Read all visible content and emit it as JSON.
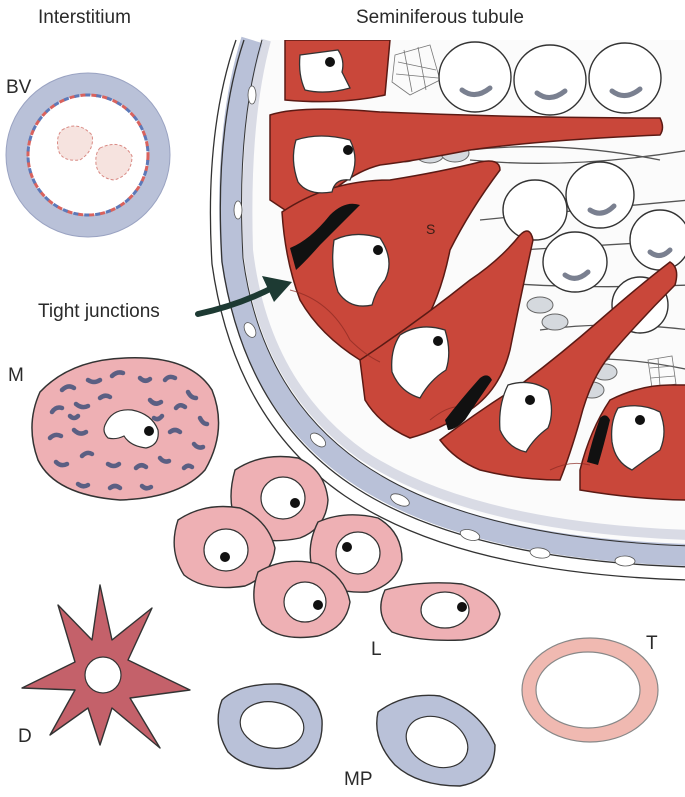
{
  "labels": {
    "interstitium": "Interstitium",
    "seminiferous_tubule": "Seminiferous tubule",
    "bv": "BV",
    "tight_junctions": "Tight junctions",
    "s": "S",
    "m": "M",
    "l": "L",
    "d": "D",
    "t": "T",
    "mp": "MP"
  },
  "colors": {
    "sertoli_red": "#c9473a",
    "pink_cell": "#eeb0b4",
    "light_blue": "#b9c1d8",
    "outline": "#333333",
    "black": "#111111",
    "arrow": "#1d3a33",
    "muscle_wall": "#f0b9b1",
    "blood_vessel_stripe_red": "#d9625d",
    "blood_vessel_stripe_blue": "#5d79b8"
  },
  "icons": [
    "arrow-icon"
  ]
}
